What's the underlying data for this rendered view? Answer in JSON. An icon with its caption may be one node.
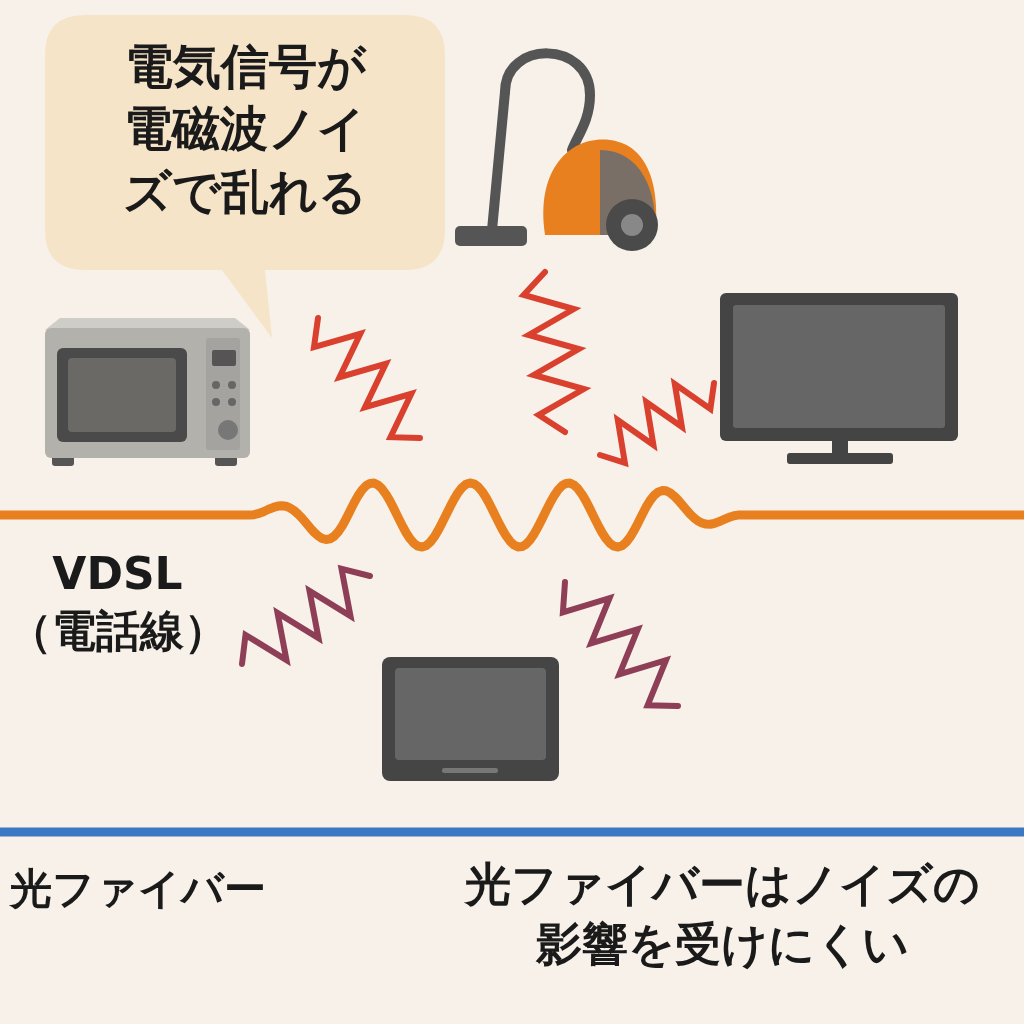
{
  "diagram": {
    "nodes": [
      {
        "text": [
          "電気信号が電磁波ノイズで乱れる"
        ]
      }
    ],
    "labels": [
      "VDSL（電話線）",
      "光ファイバー",
      "光ファイバーはノイズの影響を受けにくい"
    ]
  }
}
